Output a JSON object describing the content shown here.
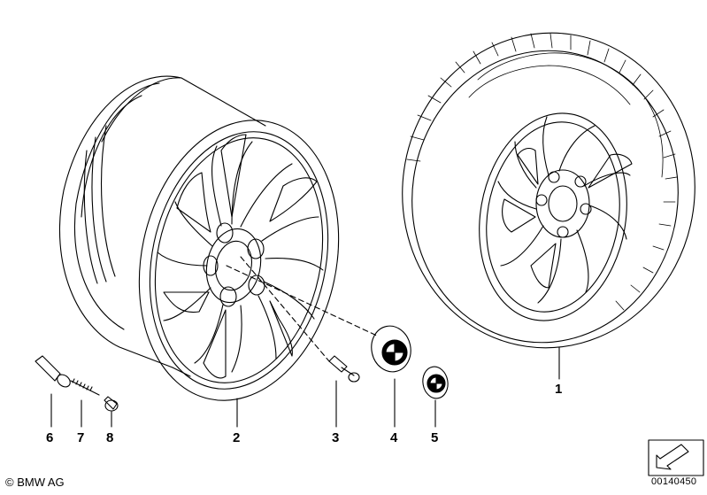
{
  "callouts": [
    {
      "id": "1",
      "label": "1"
    },
    {
      "id": "2",
      "label": "2"
    },
    {
      "id": "3",
      "label": "3"
    },
    {
      "id": "4",
      "label": "4"
    },
    {
      "id": "5",
      "label": "5"
    },
    {
      "id": "6",
      "label": "6"
    },
    {
      "id": "7",
      "label": "7"
    },
    {
      "id": "8",
      "label": "8"
    }
  ],
  "footer": {
    "copyright": "© BMW AG",
    "diagram_number": "00140450"
  }
}
